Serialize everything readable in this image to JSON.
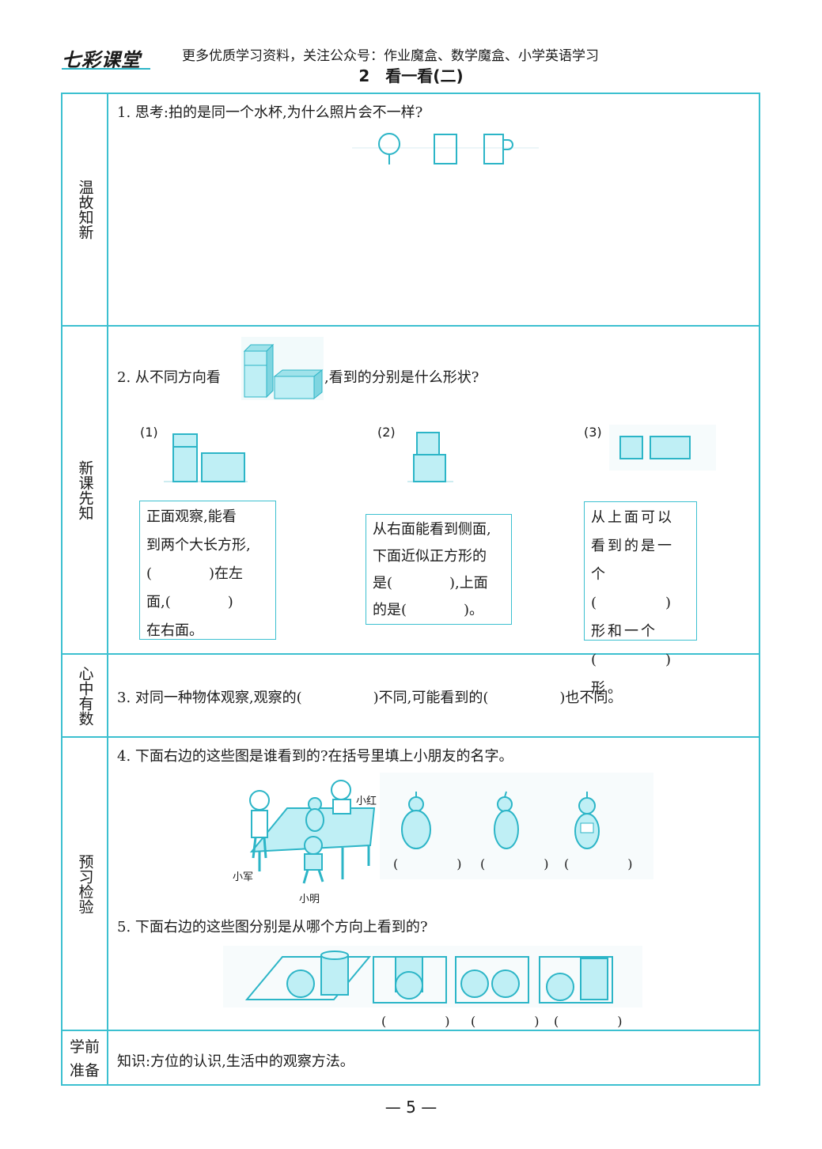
{
  "header": {
    "logo_text": "七彩课堂",
    "notice": "更多优质学习资料，关注公众号：作业魔盒、数学魔盒、小学英语学习",
    "lesson_title": "2　看一看(二)"
  },
  "sections": {
    "review": "温故知新",
    "new_lesson": "新课先知",
    "summary": "心中有数",
    "preview_check": "预习检验",
    "preparation": "学前准备"
  },
  "q1": {
    "text": "1. 思考:拍的是同一个水杯,为什么照片会不一样?"
  },
  "q2": {
    "text_before": "2. 从不同方向看",
    "text_after": ",看到的分别是什么形状?",
    "items": [
      {
        "label": "(1)",
        "lines": [
          "正面观察,能看",
          "到两个大长方形,",
          "(　　　　)在左",
          "面,(　　　　)",
          "在右面。"
        ]
      },
      {
        "label": "(2)",
        "lines": [
          "从右面能看到侧面,",
          "下面近似正方形的",
          "是(　　　　),上面",
          "的是(　　　　)。"
        ]
      },
      {
        "label": "(3)",
        "lines": [
          "从上面可以",
          "看到的是一",
          "个(　　　　)",
          "形和一个",
          "(　　　　)形。"
        ]
      }
    ]
  },
  "q3": {
    "text": "3. 对同一种物体观察,观察的(　　　　　)不同,可能看到的(　　　　　)也不同。"
  },
  "q4": {
    "text": "4. 下面右边的这些图是谁看到的?在括号里填上小朋友的名字。",
    "names": {
      "xiaohong": "小红",
      "xiaojun": "小军",
      "xiaoming": "小明"
    },
    "blank": "(　　　　)"
  },
  "q5": {
    "text": "5. 下面右边的这些图分别是从哪个方向上看到的?",
    "blank": "(　　　　)"
  },
  "prep": {
    "text": "知识:方位的认识,生活中的观察方法。"
  },
  "footer": {
    "page_number": "— 5 —"
  },
  "colors": {
    "accent": "#3cc0d0",
    "fill": "#bfeff5"
  }
}
